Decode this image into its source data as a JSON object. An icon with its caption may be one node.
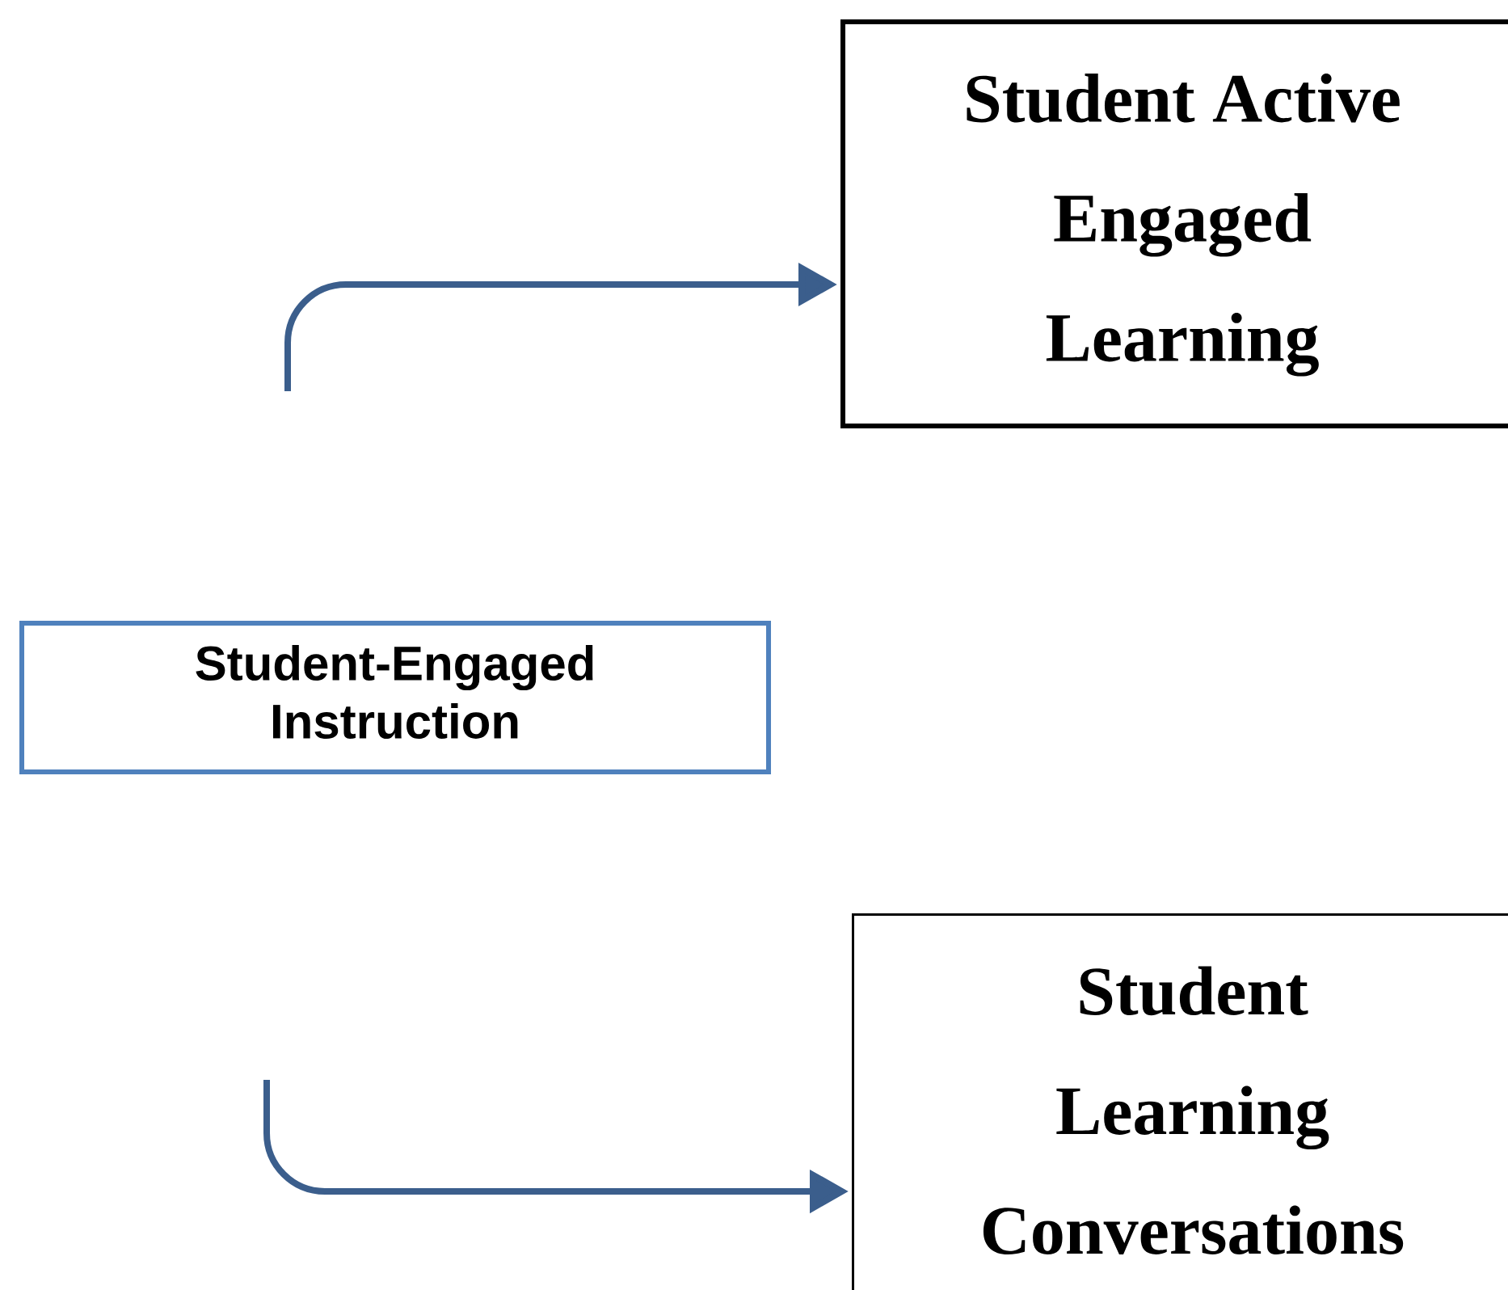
{
  "diagram": {
    "nodes": [
      {
        "text": [
          "Student Active Engaged Learning"
        ]
      },
      {
        "text": [
          "Student-Engaged Instruction"
        ]
      },
      {
        "text": [
          "Student Learning Conversations"
        ]
      }
    ],
    "edges": [
      {
        "from": null,
        "to": 0,
        "arrow": "to"
      },
      {
        "from": null,
        "to": 2,
        "arrow": "to"
      }
    ]
  }
}
